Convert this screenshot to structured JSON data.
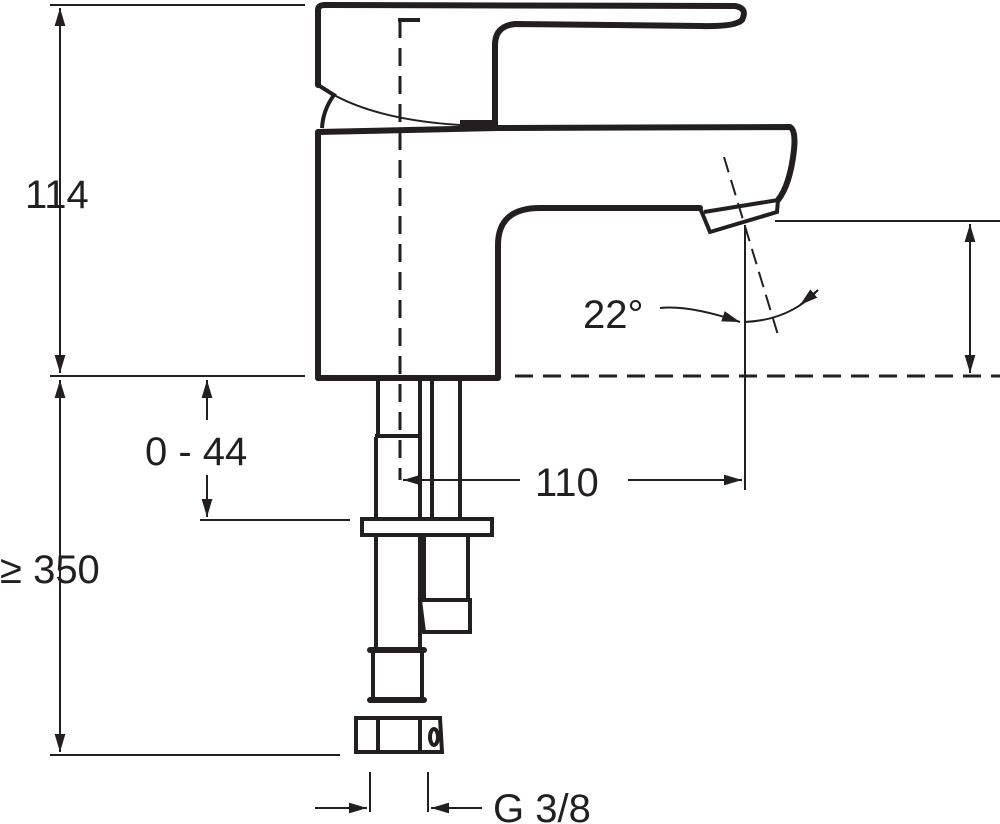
{
  "drawing": {
    "title": "Basin mixer tap dimension drawing",
    "dimensions": {
      "height_body": "114",
      "min_hose_length": "≥ 350",
      "deck_thickness": "0 - 44",
      "spout_reach": "110",
      "spout_angle": "22°",
      "connection_thread": "G 3/8"
    },
    "colors": {
      "line": "#231f20",
      "background": "#ffffff"
    }
  }
}
